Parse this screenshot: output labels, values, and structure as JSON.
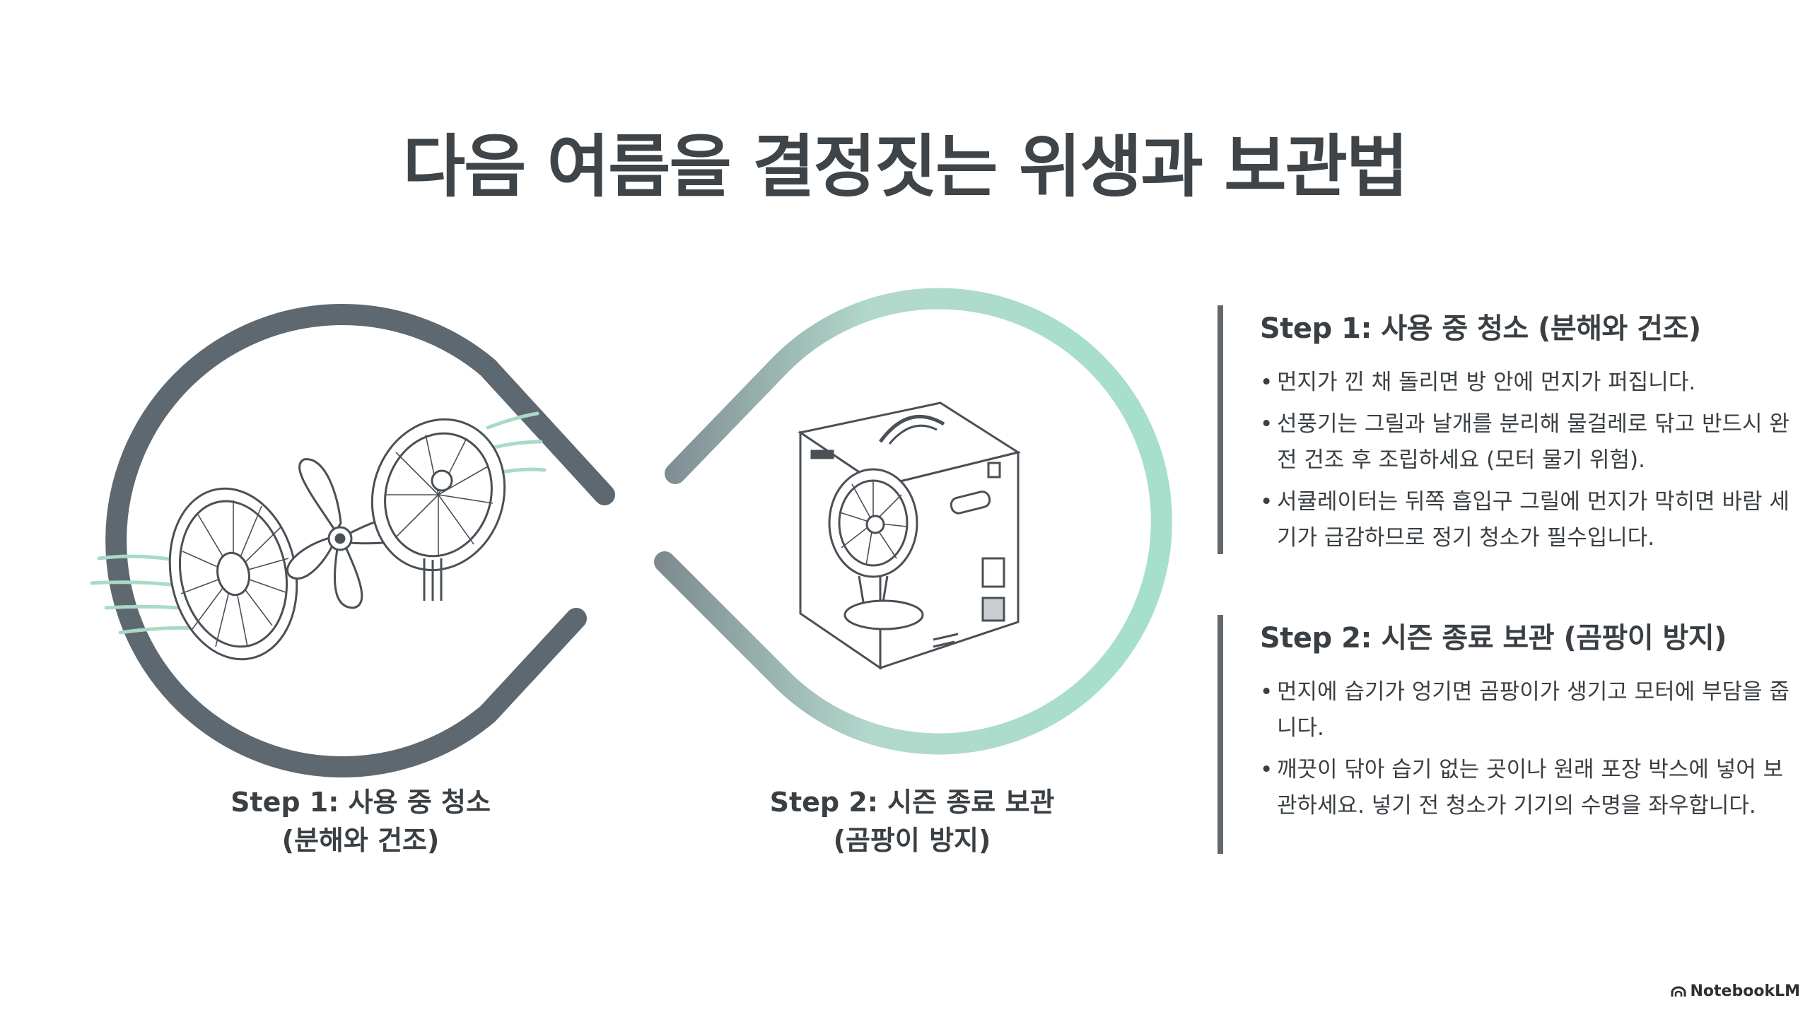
{
  "title": "다음 여름을 결정짓는 위생과 보관법",
  "diagram": {
    "step1_caption_line1": "Step 1: 사용 중 청소",
    "step1_caption_line2": "(분해와 건조)",
    "step2_caption_line1": "Step 2: 시즌 종료 보관",
    "step2_caption_line2": "(곰팡이 방지)",
    "loop_colors": {
      "left": "#5e6870",
      "right": "#a7dccb"
    }
  },
  "steps": [
    {
      "heading": "Step 1: 사용 중 청소 (분해와 건조)",
      "bullets": [
        "먼지가 낀 채 돌리면 방 안에 먼지가 퍼집니다.",
        "선풍기는 그릴과 날개를 분리해 물걸레로 닦고 반드시 완전 건조 후 조립하세요 (모터 물기 위험).",
        "서큘레이터는 뒤쪽 흡입구 그릴에 먼지가 막히면 바람 세기가 급감하므로 정기 청소가 필수입니다."
      ]
    },
    {
      "heading": "Step 2: 시즌 종료 보관 (곰팡이 방지)",
      "bullets": [
        "먼지에 습기가 엉기면 곰팡이가 생기고 모터에 부담을 줍니다.",
        "깨끗이 닦아 습기 없는 곳이나 원래 포장 박스에 넣어 보관하세요. 넣기 전 청소가 기기의 수명을 좌우합니다."
      ]
    }
  ],
  "brand": {
    "label": "NotebookLM",
    "icon": "notebooklm-logo-icon"
  }
}
